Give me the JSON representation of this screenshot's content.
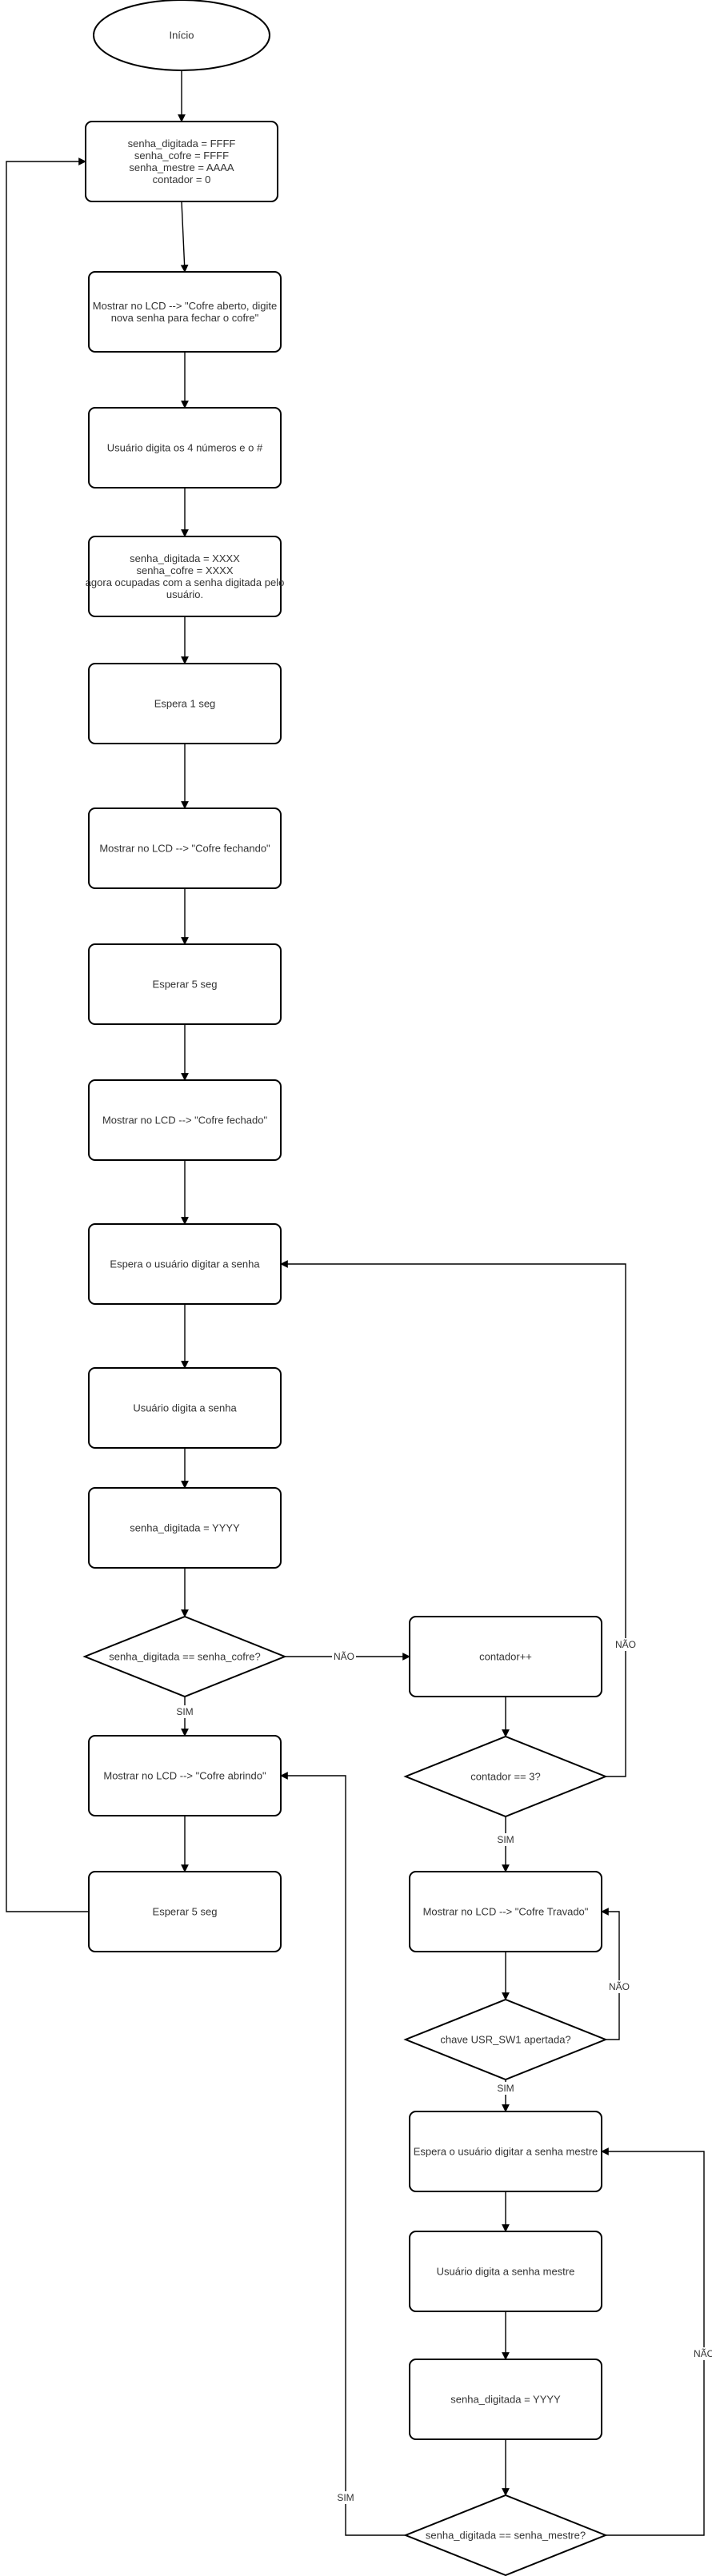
{
  "diagram": {
    "type": "flowchart",
    "colors": {
      "stroke": "#000000",
      "fill": "#ffffff",
      "text": "#333333"
    },
    "nodes": [
      {
        "id": "inicio",
        "shape": "ellipse",
        "lines": [
          "Início"
        ]
      },
      {
        "id": "init",
        "shape": "rect",
        "lines": [
          "senha_digitada = FFFF",
          "senha_cofre = FFFF",
          "senha_mestre = AAAA",
          "contador = 0"
        ]
      },
      {
        "id": "lcd_aberto",
        "shape": "rect",
        "lines": [
          "Mostrar no LCD --> \"Cofre aberto, digite",
          "nova senha para fechar o cofre\""
        ]
      },
      {
        "id": "user_digita4",
        "shape": "rect",
        "lines": [
          "Usuário digita os 4 números e o #"
        ]
      },
      {
        "id": "senha_xxxx",
        "shape": "rect",
        "lines": [
          "senha_digitada = XXXX",
          "senha_cofre = XXXX",
          "agora ocupadas com a senha digitada pelo",
          "usuário."
        ]
      },
      {
        "id": "espera1",
        "shape": "rect",
        "lines": [
          "Espera 1 seg"
        ]
      },
      {
        "id": "lcd_fechando",
        "shape": "rect",
        "lines": [
          "Mostrar no LCD --> \"Cofre fechando\""
        ]
      },
      {
        "id": "esperar5a",
        "shape": "rect",
        "lines": [
          "Esperar 5 seg"
        ]
      },
      {
        "id": "lcd_fechado",
        "shape": "rect",
        "lines": [
          "Mostrar no LCD --> \"Cofre fechado\""
        ]
      },
      {
        "id": "espera_senha",
        "shape": "rect",
        "lines": [
          "Espera o usuário digitar a senha"
        ]
      },
      {
        "id": "user_digita",
        "shape": "rect",
        "lines": [
          "Usuário digita a senha"
        ]
      },
      {
        "id": "senha_yyyy",
        "shape": "rect",
        "lines": [
          "senha_digitada = YYYY"
        ]
      },
      {
        "id": "dec_cofre",
        "shape": "diamond",
        "lines": [
          "senha_digitada == senha_cofre?"
        ]
      },
      {
        "id": "lcd_abrindo",
        "shape": "rect",
        "lines": [
          "Mostrar no LCD --> \"Cofre abrindo\""
        ]
      },
      {
        "id": "esperar5b",
        "shape": "rect",
        "lines": [
          "Esperar 5 seg"
        ]
      },
      {
        "id": "contador_inc",
        "shape": "rect",
        "lines": [
          "contador++"
        ]
      },
      {
        "id": "dec_contador",
        "shape": "diamond",
        "lines": [
          "contador == 3?"
        ]
      },
      {
        "id": "lcd_travado",
        "shape": "rect",
        "lines": [
          "Mostrar no LCD --> \"Cofre Travado\""
        ]
      },
      {
        "id": "dec_chave",
        "shape": "diamond",
        "lines": [
          "chave USR_SW1 apertada?"
        ]
      },
      {
        "id": "espera_mestre",
        "shape": "rect",
        "lines": [
          "Espera o usuário digitar a senha mestre"
        ]
      },
      {
        "id": "user_mestre",
        "shape": "rect",
        "lines": [
          "Usuário digita a senha mestre"
        ]
      },
      {
        "id": "senha_yyyy2",
        "shape": "rect",
        "lines": [
          "senha_digitada = YYYY"
        ]
      },
      {
        "id": "dec_mestre",
        "shape": "diamond",
        "lines": [
          "senha_digitada == senha_mestre?"
        ]
      }
    ],
    "edges": [
      {
        "id": "e1",
        "from": "inicio",
        "to": "init",
        "label": ""
      },
      {
        "id": "e2",
        "from": "init",
        "to": "lcd_aberto",
        "label": ""
      },
      {
        "id": "e3",
        "from": "lcd_aberto",
        "to": "user_digita4",
        "label": ""
      },
      {
        "id": "e4",
        "from": "user_digita4",
        "to": "senha_xxxx",
        "label": ""
      },
      {
        "id": "e5",
        "from": "senha_xxxx",
        "to": "espera1",
        "label": ""
      },
      {
        "id": "e6",
        "from": "espera1",
        "to": "lcd_fechando",
        "label": ""
      },
      {
        "id": "e7",
        "from": "lcd_fechando",
        "to": "esperar5a",
        "label": ""
      },
      {
        "id": "e8",
        "from": "esperar5a",
        "to": "lcd_fechado",
        "label": ""
      },
      {
        "id": "e9",
        "from": "lcd_fechado",
        "to": "espera_senha",
        "label": ""
      },
      {
        "id": "e10",
        "from": "espera_senha",
        "to": "user_digita",
        "label": ""
      },
      {
        "id": "e11",
        "from": "user_digita",
        "to": "senha_yyyy",
        "label": ""
      },
      {
        "id": "e12",
        "from": "senha_yyyy",
        "to": "dec_cofre",
        "label": ""
      },
      {
        "id": "e13",
        "from": "dec_cofre",
        "to": "lcd_abrindo",
        "label": "SIM"
      },
      {
        "id": "e14",
        "from": "dec_cofre",
        "to": "contador_inc",
        "label": "NÃO"
      },
      {
        "id": "e15",
        "from": "lcd_abrindo",
        "to": "esperar5b",
        "label": ""
      },
      {
        "id": "e16",
        "from": "esperar5b",
        "to": "init",
        "label": ""
      },
      {
        "id": "e17",
        "from": "contador_inc",
        "to": "dec_contador",
        "label": ""
      },
      {
        "id": "e18",
        "from": "dec_contador",
        "to": "espera_senha",
        "label": "NÃO"
      },
      {
        "id": "e19",
        "from": "dec_contador",
        "to": "lcd_travado",
        "label": "SIM"
      },
      {
        "id": "e20",
        "from": "lcd_travado",
        "to": "dec_chave",
        "label": ""
      },
      {
        "id": "e21",
        "from": "dec_chave",
        "to": "lcd_travado",
        "label": "NÃO"
      },
      {
        "id": "e22",
        "from": "dec_chave",
        "to": "espera_mestre",
        "label": "SIM"
      },
      {
        "id": "e23",
        "from": "espera_mestre",
        "to": "user_mestre",
        "label": ""
      },
      {
        "id": "e24",
        "from": "user_mestre",
        "to": "senha_yyyy2",
        "label": ""
      },
      {
        "id": "e25",
        "from": "senha_yyyy2",
        "to": "dec_mestre",
        "label": ""
      },
      {
        "id": "e26",
        "from": "dec_mestre",
        "to": "espera_mestre",
        "label": "NÃO"
      },
      {
        "id": "e27",
        "from": "dec_mestre",
        "to": "lcd_abrindo",
        "label": "SIM"
      }
    ]
  }
}
